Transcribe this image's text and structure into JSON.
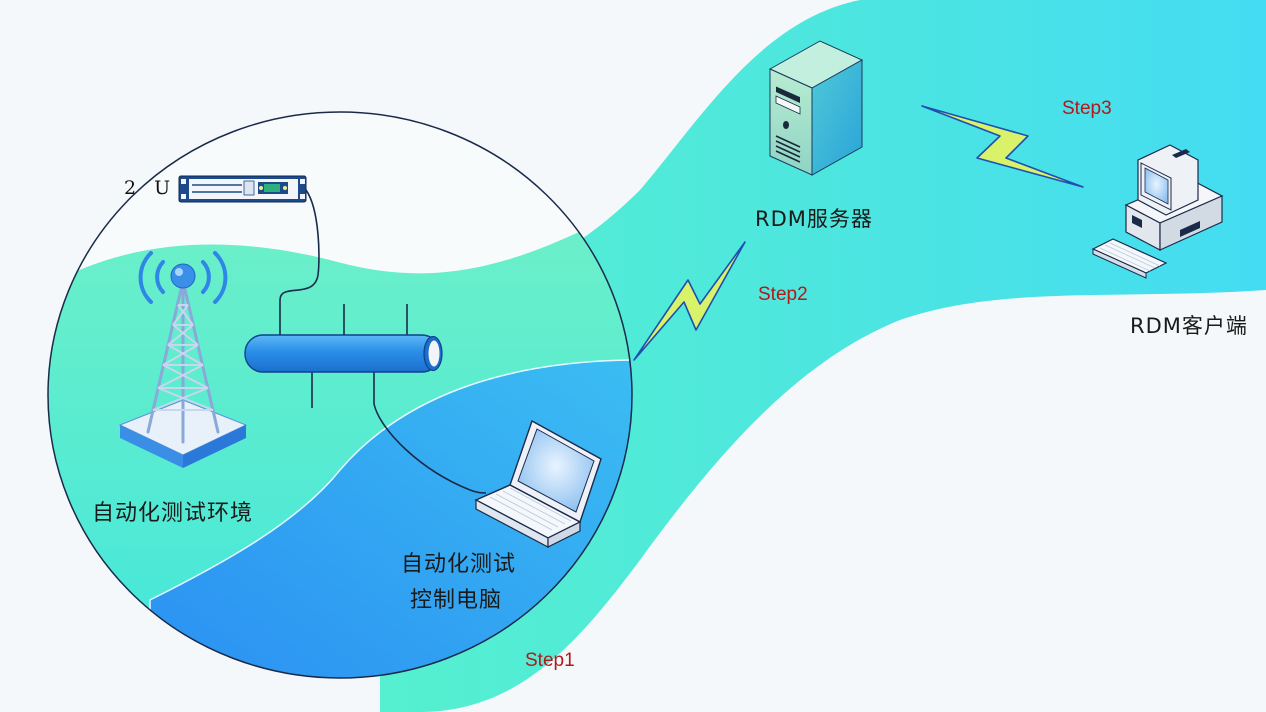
{
  "diagram": {
    "title": "RDM automated test network topology",
    "colors": {
      "background": "#f4f8fb",
      "band_teal": "#4ee8dc",
      "band_cyan": "#45def0",
      "wave_blue": "#2f9ff4",
      "line": "#1b2a4a",
      "lightning_fill": "#d8f26a",
      "lightning_stroke": "#1f4fb0",
      "step_text": "#b01a1a"
    },
    "nodes": {
      "rack_unit": {
        "label": "2 U",
        "icon": "rack-server-icon"
      },
      "tower": {
        "icon": "radio-tower-icon"
      },
      "bus": {
        "icon": "network-bus-icon"
      },
      "test_environment": {
        "label": "自动化测试环境"
      },
      "control_pc": {
        "label_line1": "自动化测试",
        "label_line2": "控制电脑",
        "icon": "laptop-icon"
      },
      "rdm_server": {
        "label": "RDM服务器",
        "icon": "tower-server-icon"
      },
      "rdm_client": {
        "label": "RDM客户端",
        "icon": "desktop-computer-icon"
      }
    },
    "steps": [
      {
        "label": "Step1",
        "link": "control-pc-to-environment"
      },
      {
        "label": "Step2",
        "link": "environment-to-rdm-server",
        "icon": "lightning-icon"
      },
      {
        "label": "Step3",
        "link": "rdm-server-to-rdm-client",
        "icon": "lightning-icon"
      }
    ]
  }
}
